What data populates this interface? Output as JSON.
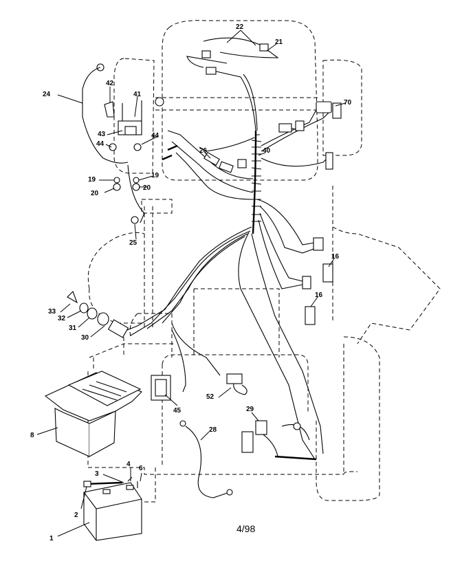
{
  "footer": "4/98",
  "callouts": {
    "c22": "22",
    "c21": "21",
    "c24": "24",
    "c42": "42",
    "c41": "41",
    "c43": "43",
    "c44a": "44",
    "c44b": "44",
    "c26": "26",
    "c40": "40",
    "c70": "70",
    "c19a": "19",
    "c19b": "19",
    "c20a": "20",
    "c20b": "20",
    "c25": "25",
    "c16a": "16",
    "c16b": "16",
    "c33": "33",
    "c32": "32",
    "c31": "31",
    "c30": "30",
    "c8": "8",
    "c45": "45",
    "c52": "52",
    "c29": "29",
    "c28": "28",
    "c4": "4",
    "c6": "6",
    "c3": "3",
    "c2": "2",
    "c1": "1"
  }
}
